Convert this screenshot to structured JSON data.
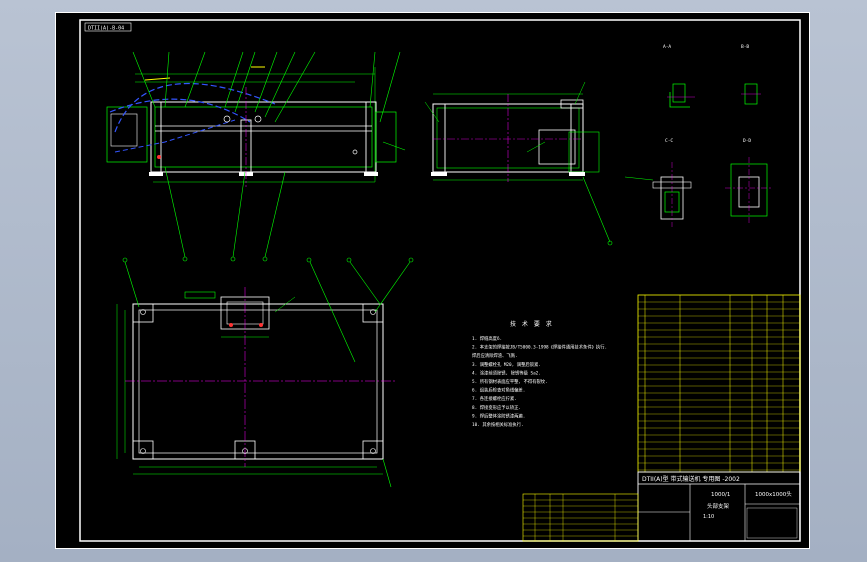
{
  "sheet_tag": "DTII(A)-B-04",
  "section_labels": {
    "a": "A-A",
    "b": "B-B",
    "c": "C-C",
    "d": "D-D"
  },
  "notes_title": "技 术 要 求",
  "notes": [
    "1. 焊缝高度δ.",
    "2. 本支架的焊接按JB/T5000.3-1998《焊接件通用技术条件》执行.",
    "   焊后应清除焊渣、飞溅.",
    "3. 调整螺栓孔 M20, 调整后锁紧.",
    "4. 涂漆前须除锈, 除锈等级 Sa2.",
    "5. 所有钢材表面应平整, 不得有裂纹.",
    "6. 组装后检查对角线偏差.",
    "7. 各连接螺栓应拧紧.",
    "8. 焊接变形应予以矫正.",
    "9. 焊后整体涂防锈漆两遍.",
    "10. 其余按相关标准执行."
  ],
  "title_block": {
    "series": "DTII(A)型 带式输送机 专用图 -2002",
    "spec": "1000/1",
    "designation": "1000x1000头",
    "name": "头部支架",
    "weight": "1:10"
  },
  "colors": {
    "frame": "#ffffff",
    "geometry": "#00ff00",
    "leader": "#00ffff",
    "centerline": "#ff00ff",
    "hidden": "#0000ff",
    "highlight": "#ffff00",
    "accent": "#ff0000"
  }
}
